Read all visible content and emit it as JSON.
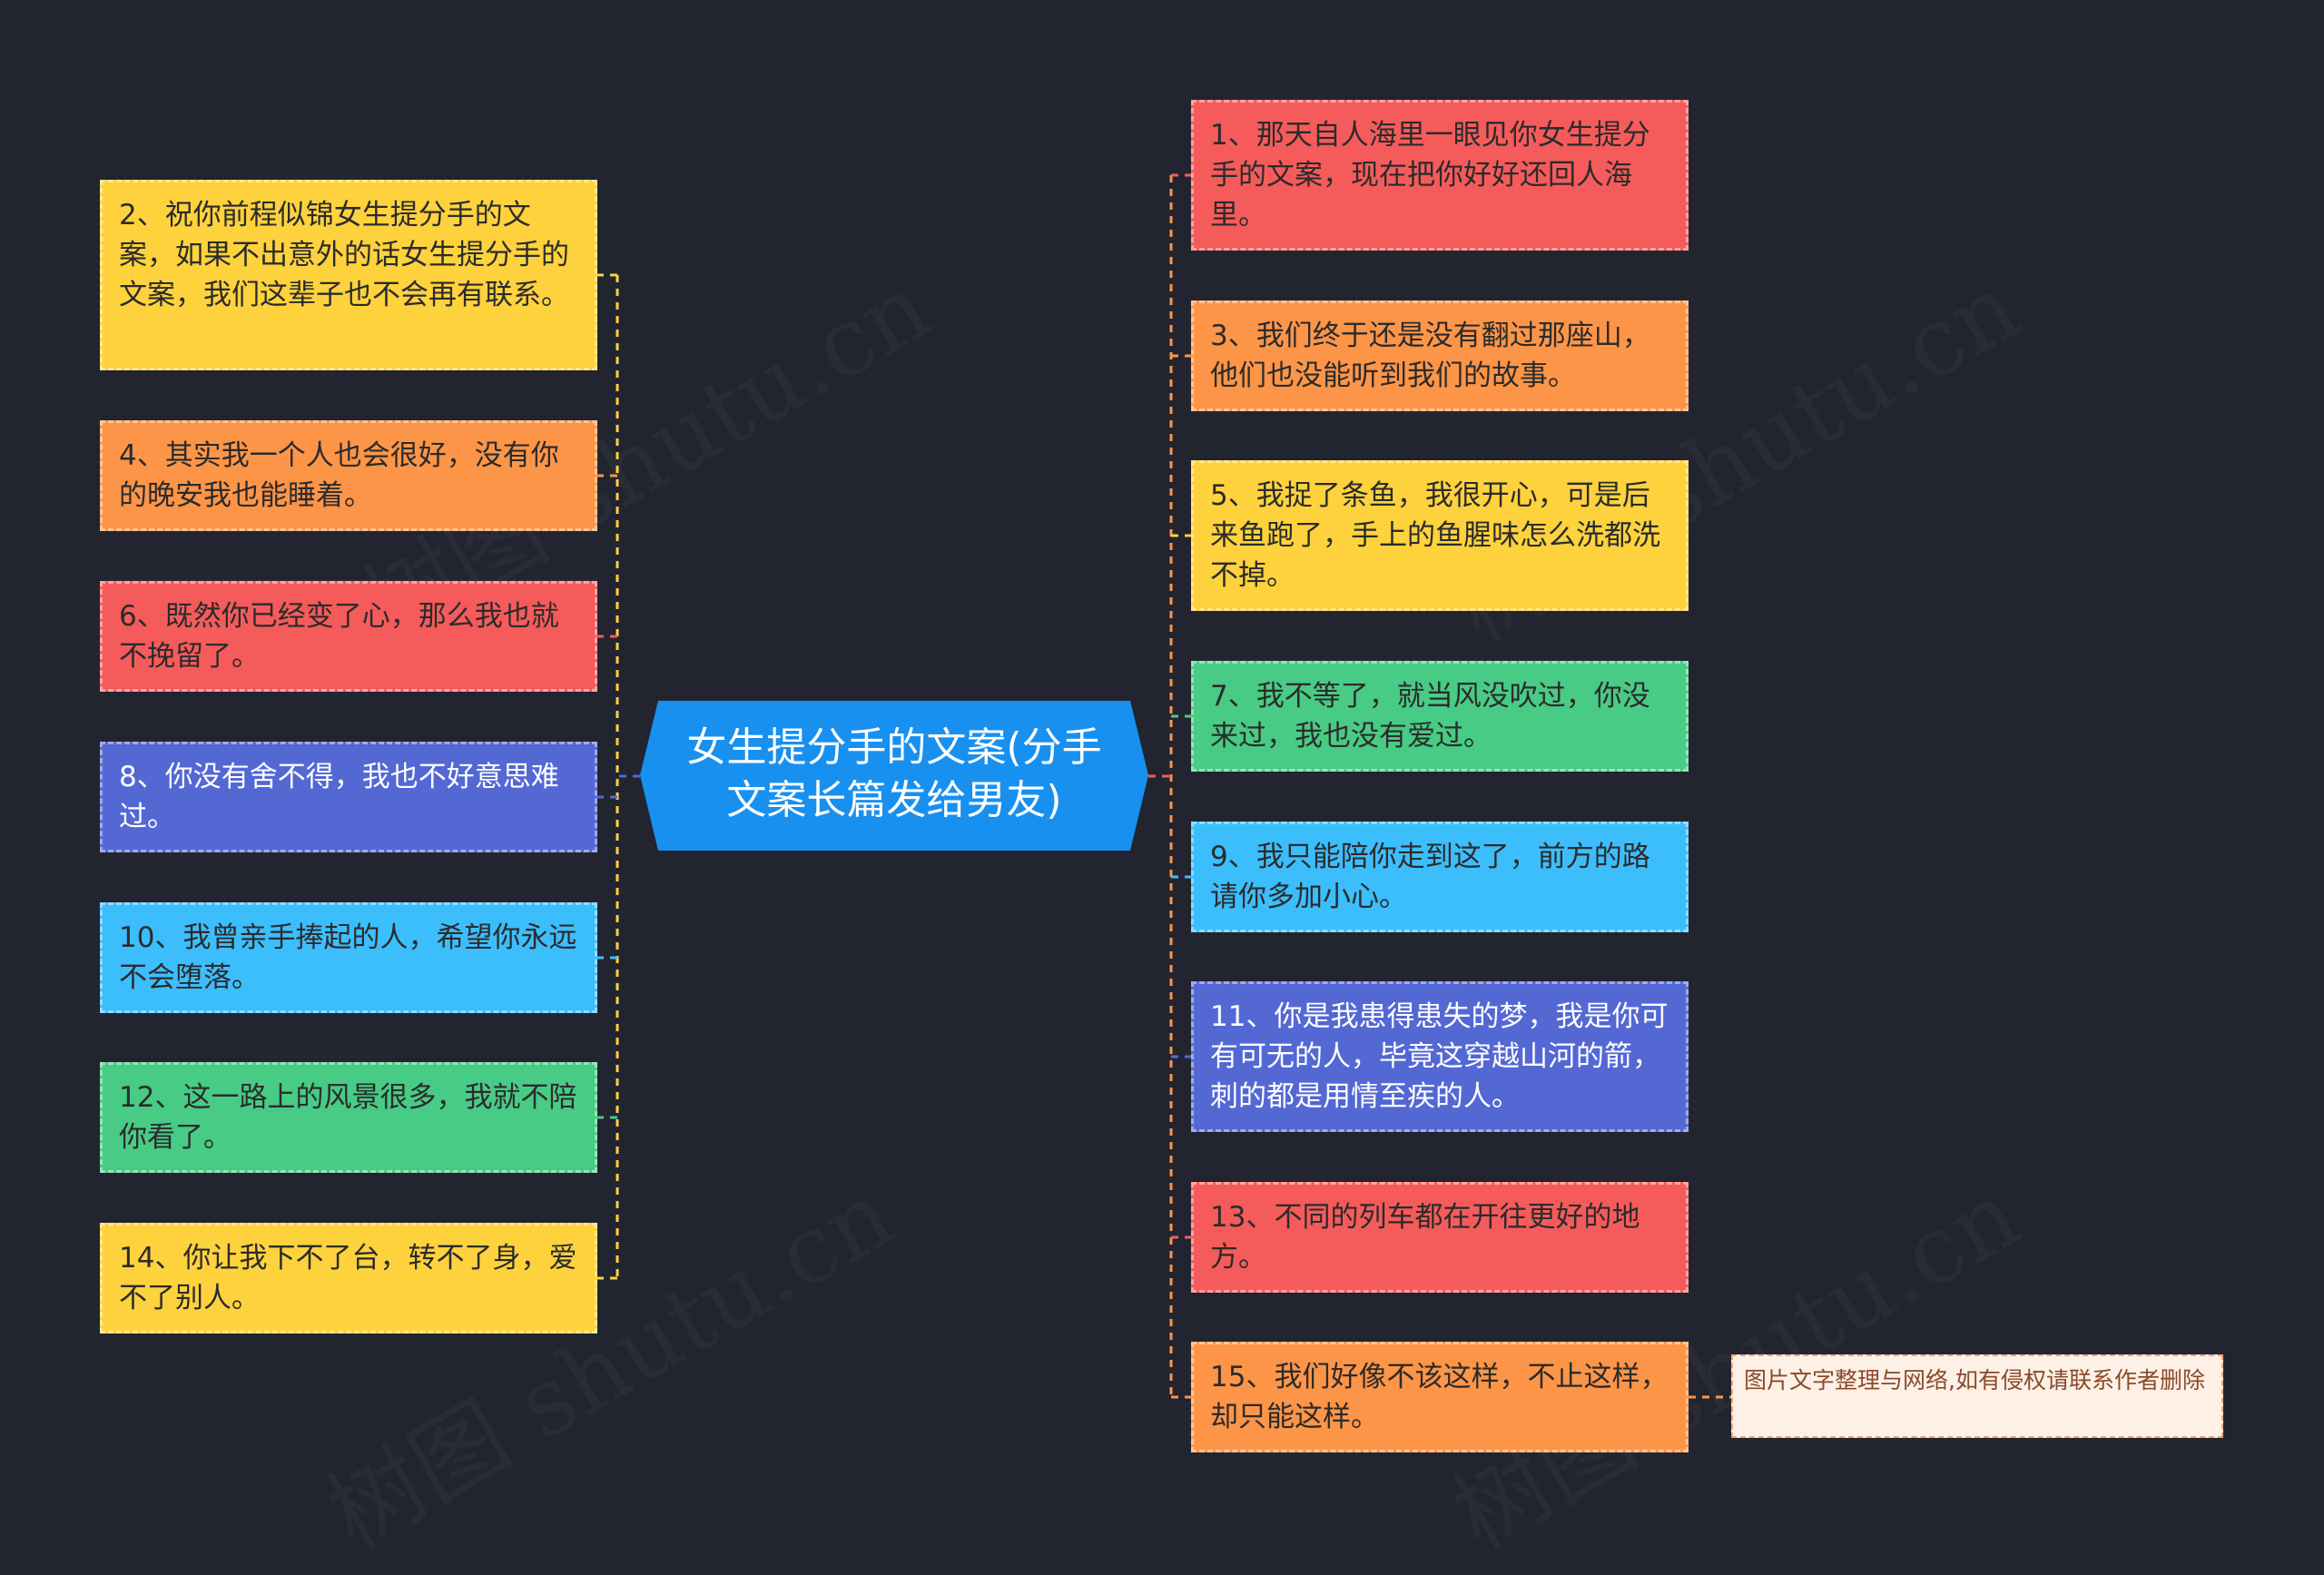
{
  "center": {
    "title": "女生提分手的文案(分手文案长篇发给男友)"
  },
  "left_nodes": [
    {
      "text": "2、祝你前程似锦女生提分手的文案，如果不出意外的话女生提分手的文案，我们这辈子也不会再有联系。",
      "color": "#fed23d"
    },
    {
      "text": "4、其实我一个人也会很好，没有你的晚安我也能睡着。",
      "color": "#fd9548"
    },
    {
      "text": "6、既然你已经变了心，那么我也就不挽留了。",
      "color": "#f55b5b"
    },
    {
      "text": "8、你没有舍不得，我也不好意思难过。",
      "color": "#5468d4"
    },
    {
      "text": "10、我曾亲手捧起的人，希望你永远不会堕落。",
      "color": "#3cbefc"
    },
    {
      "text": "12、这一路上的风景很多，我就不陪你看了。",
      "color": "#48cb85"
    },
    {
      "text": "14、你让我下不了台，转不了身，爱不了别人。",
      "color": "#fed23d"
    }
  ],
  "right_nodes": [
    {
      "text": "1、那天自人海里一眼见你女生提分手的文案，现在把你好好还回人海里。",
      "color": "#f55b5b"
    },
    {
      "text": "3、我们终于还是没有翻过那座山，他们也没能听到我们的故事。",
      "color": "#fd9548"
    },
    {
      "text": "5、我捉了条鱼，我很开心，可是后来鱼跑了，手上的鱼腥味怎么洗都洗不掉。",
      "color": "#fed23d"
    },
    {
      "text": "7、我不等了，就当风没吹过，你没来过，我也没有爱过。",
      "color": "#48cb85"
    },
    {
      "text": "9、我只能陪你走到这了，前方的路请你多加小心。",
      "color": "#3cbefc"
    },
    {
      "text": "11、你是我患得患失的梦，我是你可有可无的人，毕竟这穿越山河的箭，刺的都是用情至疾的人。",
      "color": "#5468d4"
    },
    {
      "text": "13、不同的列车都在开往更好的地方。",
      "color": "#f55b5b"
    },
    {
      "text": "15、我们好像不该这样，不止这样，却只能这样。",
      "color": "#fd9548"
    }
  ],
  "note": {
    "text": "图片文字整理与网络,如有侵权请联系作者删除"
  },
  "watermark": {
    "text": "树图 shutu.cn"
  }
}
